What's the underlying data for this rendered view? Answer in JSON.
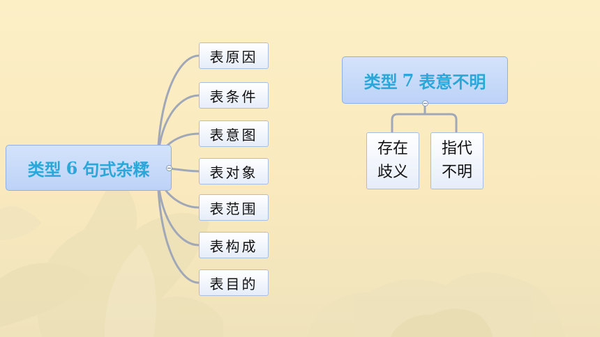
{
  "diagram_left": {
    "root": {
      "prefix": "类型",
      "number": "6",
      "suffix": "句式杂糅"
    },
    "children": [
      "表原因",
      "表条件",
      "表意图",
      "表对象",
      "表范围",
      "表构成",
      "表目的"
    ]
  },
  "diagram_right": {
    "root": {
      "prefix": "类型",
      "number": "7",
      "suffix": "表意不明"
    },
    "children": [
      "存在\n歧义",
      "指代\n不明"
    ]
  },
  "colors": {
    "background": "#fbedc3",
    "node_text": "#2aa7d8",
    "node_fill": "#c8dbf9",
    "connector": "#a0a8b8"
  }
}
